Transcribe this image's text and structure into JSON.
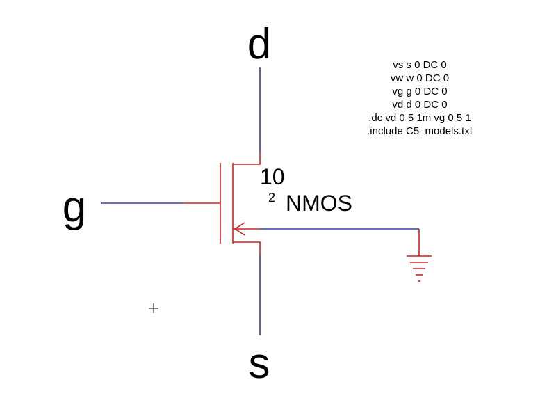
{
  "pins": {
    "drain": "d",
    "gate": "g",
    "source": "s"
  },
  "transistor": {
    "width_value": "10",
    "length_value": "2",
    "model": "NMOS"
  },
  "spice_directives": [
    "vs s 0 DC 0",
    "vw w 0 DC 0",
    "vg g 0 DC 0",
    "vd d 0 DC 0",
    ".dc vd 0 5 1m vg 0 5 1",
    ".include C5_models.txt"
  ],
  "cursor_symbol": "+",
  "colors": {
    "wire": "#3a3aa6",
    "component": "#d42020",
    "text": "#000000",
    "background": "#ffffff"
  }
}
